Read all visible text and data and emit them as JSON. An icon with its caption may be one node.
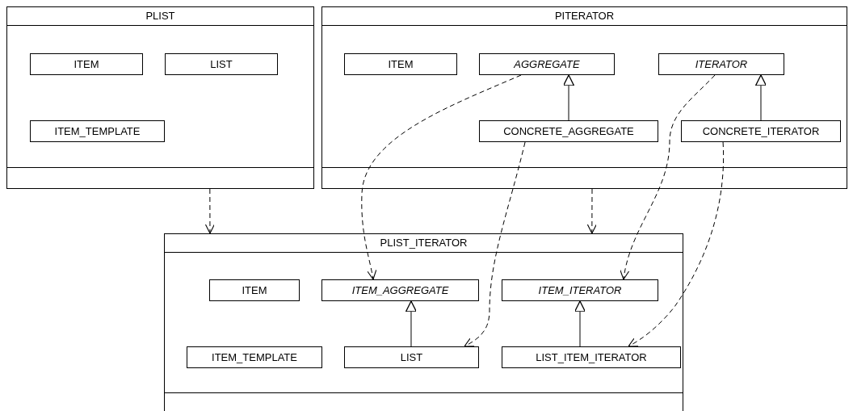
{
  "diagram": {
    "nodes": [
      {
        "text": [
          "PLIST"
        ]
      },
      {
        "text": [
          "ITEM"
        ],
        "in": 0
      },
      {
        "text": [
          "LIST"
        ],
        "in": 0
      },
      {
        "text": [
          "ITEM_TEMPLATE"
        ],
        "in": 0
      },
      {
        "text": [
          "PITERATOR"
        ]
      },
      {
        "text": [
          "ITEM"
        ],
        "in": 4
      },
      {
        "text": [
          "AGGREGATE"
        ],
        "in": 4
      },
      {
        "text": [
          "ITERATOR"
        ],
        "in": 4
      },
      {
        "text": [
          "CONCRETE_AGGREGATE"
        ],
        "in": 4
      },
      {
        "text": [
          "CONCRETE_ITERATOR"
        ],
        "in": 4
      },
      {
        "text": [
          "PLIST_ITERATOR"
        ]
      },
      {
        "text": [
          "ITEM"
        ],
        "in": 10
      },
      {
        "text": [
          "ITEM_AGGREGATE"
        ],
        "in": 10
      },
      {
        "text": [
          "ITEM_ITERATOR"
        ],
        "in": 10
      },
      {
        "text": [
          "ITEM_TEMPLATE"
        ],
        "in": 10
      },
      {
        "text": [
          "LIST"
        ],
        "in": 10
      },
      {
        "text": [
          "LIST_ITEM_ITERATOR"
        ],
        "in": 10
      }
    ],
    "edges": [
      {
        "from": 0,
        "to": 10,
        "arrow": "to",
        "style": "dashed"
      },
      {
        "from": 4,
        "to": 10,
        "arrow": "to",
        "style": "dashed"
      },
      {
        "from": 8,
        "to": 6,
        "arrow": "to"
      },
      {
        "from": 9,
        "to": 7,
        "arrow": "to"
      },
      {
        "from": 6,
        "to": 12,
        "arrow": "to",
        "style": "dashed"
      },
      {
        "from": 7,
        "to": 13,
        "arrow": "to",
        "style": "dashed"
      },
      {
        "from": 8,
        "to": 15,
        "arrow": "to",
        "style": "dashed"
      },
      {
        "from": 9,
        "to": 16,
        "arrow": "to",
        "style": "dashed"
      },
      {
        "from": 15,
        "to": 12,
        "arrow": "to"
      },
      {
        "from": 16,
        "to": 13,
        "arrow": "to"
      }
    ]
  }
}
